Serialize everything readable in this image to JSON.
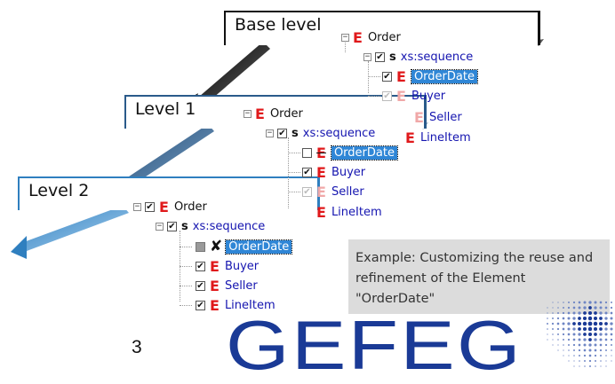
{
  "levels": {
    "base_label": "Base level",
    "level1_label": "Level 1",
    "level2_label": "Level 2"
  },
  "tree": {
    "order_label": "Order",
    "sequence_label": "xs:sequence",
    "e_icon": "E",
    "s_icon": "s",
    "children": [
      "OrderDate",
      "Buyer",
      "Seller",
      "LineItem"
    ]
  },
  "example_text": "Example: Customizing the reuse and refinement of the Element \"OrderDate\"",
  "page_number": "3",
  "logo_text": "GEFEG",
  "colors": {
    "element_red": "#e0191b",
    "selection_blue": "#2f86d6",
    "logo_blue": "#1a3a96",
    "name_blue": "#1515b0",
    "example_bg": "#dcdcdc"
  }
}
